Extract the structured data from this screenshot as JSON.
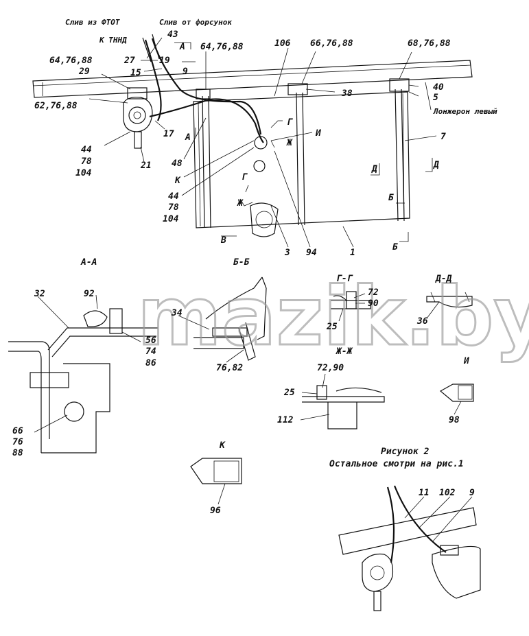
{
  "watermark": "mazik.by",
  "captions": {
    "drain_ftot": "Слив из ФТОТ",
    "drain_injectors": "Слив от форсунок",
    "to_tnnd": "К ТННД",
    "side_member": "Лонжерон левый",
    "figure_title": "Рисунок 2",
    "figure_note": "Остальное смотри на рис.1"
  },
  "sections": {
    "aa": "А-А",
    "bb": "Б-Б",
    "gg": "Г-Г",
    "dd": "Д-Д",
    "zhzh": "Ж-Ж",
    "i": "И",
    "k": "К"
  },
  "labels": {
    "l43": "43",
    "l27": "27",
    "l19": "19",
    "l15": "15",
    "l9": "9",
    "l64a": "64,76,88",
    "l29": "29",
    "l62": "62,76,88",
    "l64b": "64,76,88",
    "l106": "106",
    "l66": "66,76,88",
    "l38": "38",
    "l68": "68,76,88",
    "l40": "40",
    "l5": "5",
    "l7": "7",
    "l44a": "44",
    "l78a": "78",
    "l104a": "104",
    "l21": "21",
    "l17": "17",
    "l48": "48",
    "lK": "К",
    "l44b": "44",
    "l78b": "78",
    "l104b": "104",
    "l3": "3",
    "l94": "94",
    "l1": "1",
    "lI": "И",
    "lA1": "А",
    "lA2": "А",
    "lG1": "Г",
    "lG2": "Г",
    "lZh1": "Ж",
    "lZh2": "Ж",
    "lD1": "Д",
    "lD2": "Д",
    "lB1": "Б",
    "lB2": "Б",
    "lV": "В",
    "l32": "32",
    "l92": "92",
    "l56": "56",
    "l74": "74",
    "l86": "86",
    "l66b": "66",
    "l76b": "76",
    "l88b": "88",
    "l34": "34",
    "l7682": "76,82",
    "l72a": "72",
    "l90a": "90",
    "l25a": "25",
    "l36": "36",
    "l7290": "72,90",
    "l25b": "25",
    "l112": "112",
    "l98": "98",
    "l96": "96",
    "l11": "11",
    "l102": "102",
    "l9b": "9"
  }
}
